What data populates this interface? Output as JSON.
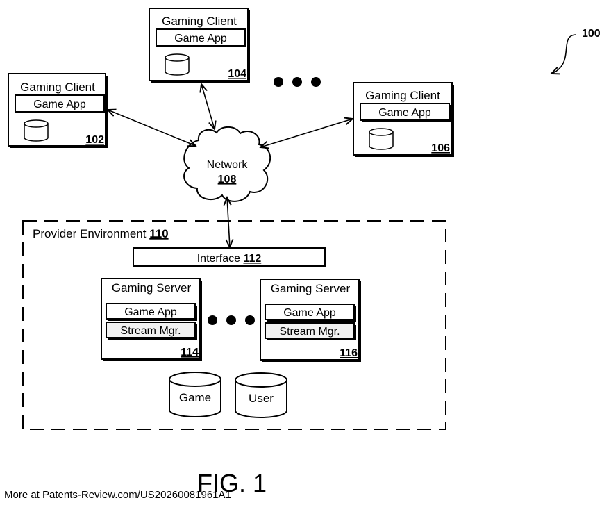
{
  "diagram": {
    "ref_numeral": "100",
    "figure_label": "FIG. 1",
    "footer": "More at Patents-Review.com/US20260081961A1",
    "client_title": "Gaming Client",
    "client_app": "Game App",
    "clients": [
      {
        "id": "102"
      },
      {
        "id": "104"
      },
      {
        "id": "106"
      }
    ],
    "network": {
      "label": "Network",
      "id": "108"
    },
    "provider": {
      "label": "Provider Environment ",
      "id": "110"
    },
    "interface": {
      "label": "Interface ",
      "id": "112"
    },
    "server_title": "Gaming Server",
    "server_app": "Game App",
    "server_stream": "Stream Mgr.",
    "servers": [
      {
        "id": "114"
      },
      {
        "id": "116"
      }
    ],
    "databases": [
      {
        "label": "Game"
      },
      {
        "label": "User"
      }
    ]
  }
}
